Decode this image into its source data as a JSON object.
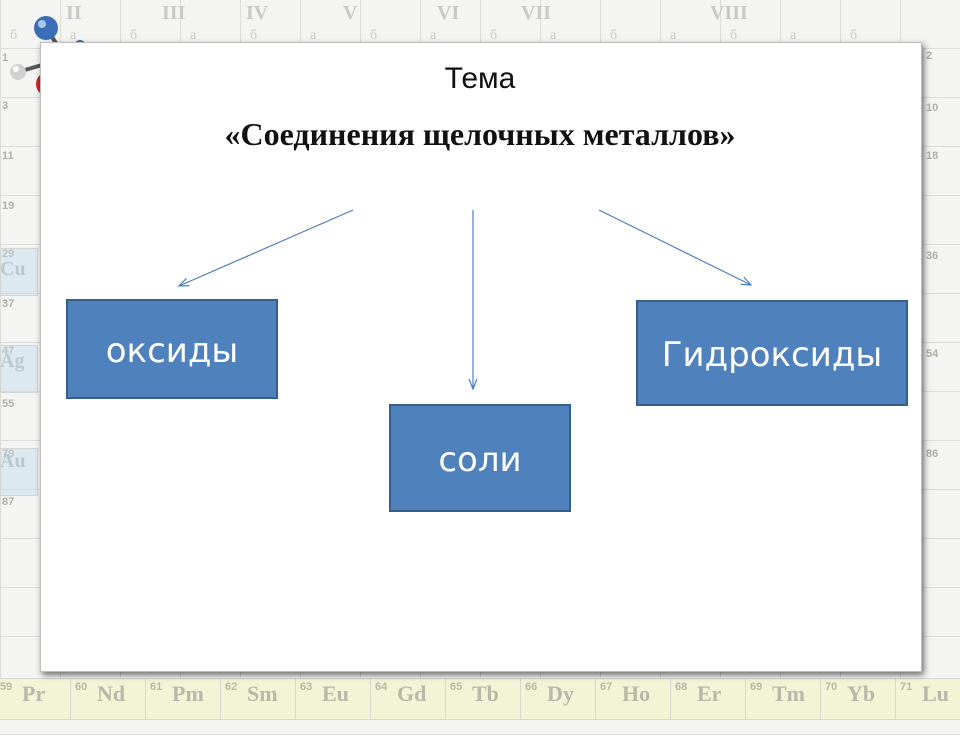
{
  "backdrop": {
    "group_numerals": [
      "II",
      "III",
      "IV",
      "V",
      "VI",
      "VII",
      "VIII"
    ],
    "subgroup_letters": [
      "б",
      "а",
      "б",
      "а",
      "б",
      "а",
      "б",
      "а",
      "б",
      "а",
      "б",
      "а",
      "б",
      "а",
      "б"
    ],
    "left_numbers": [
      "1",
      "3",
      "11",
      "19",
      "29",
      "37",
      "47",
      "55",
      "79",
      "87"
    ],
    "left_symbols": [
      "Cu",
      "Ag",
      "Au"
    ],
    "right_numbers": [
      "2",
      "10",
      "18",
      "36",
      "54",
      "86"
    ],
    "lanthanides": [
      {
        "num": "59",
        "sym": "Pr"
      },
      {
        "num": "60",
        "sym": "Nd"
      },
      {
        "num": "61",
        "sym": "Pm"
      },
      {
        "num": "62",
        "sym": "Sm"
      },
      {
        "num": "63",
        "sym": "Eu"
      },
      {
        "num": "64",
        "sym": "Gd"
      },
      {
        "num": "65",
        "sym": "Tb"
      },
      {
        "num": "66",
        "sym": "Dy"
      },
      {
        "num": "67",
        "sym": "Ho"
      },
      {
        "num": "68",
        "sym": "Er"
      },
      {
        "num": "69",
        "sym": "Tm"
      },
      {
        "num": "70",
        "sym": "Yb"
      },
      {
        "num": "71",
        "sym": "Lu"
      }
    ]
  },
  "slide": {
    "title_line1": "Тема",
    "title_line2": "«Соединения щелочных металлов»",
    "boxes": {
      "oxides": "оксиды",
      "salts": "соли",
      "hydroxides": "Гидроксиды"
    }
  },
  "colors": {
    "box_fill": "#4f81bd",
    "box_border": "#385d8a",
    "arrow": "#4a7ebb"
  }
}
